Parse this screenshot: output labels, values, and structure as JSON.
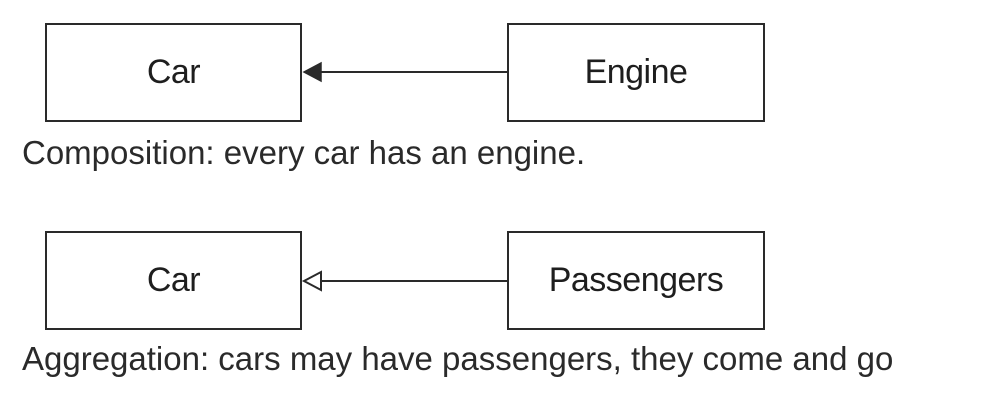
{
  "diagrams": [
    {
      "left_box": "Car",
      "right_box": "Engine",
      "caption": "Composition: every car has an engine.",
      "arrowhead": "filled"
    },
    {
      "left_box": "Car",
      "right_box": "Passengers",
      "caption": "Aggregation: cars may have passengers, they come and go",
      "arrowhead": "hollow"
    }
  ],
  "colors": {
    "line": "#2a2a2a",
    "text": "#1e1e1e",
    "background": "#ffffff"
  }
}
